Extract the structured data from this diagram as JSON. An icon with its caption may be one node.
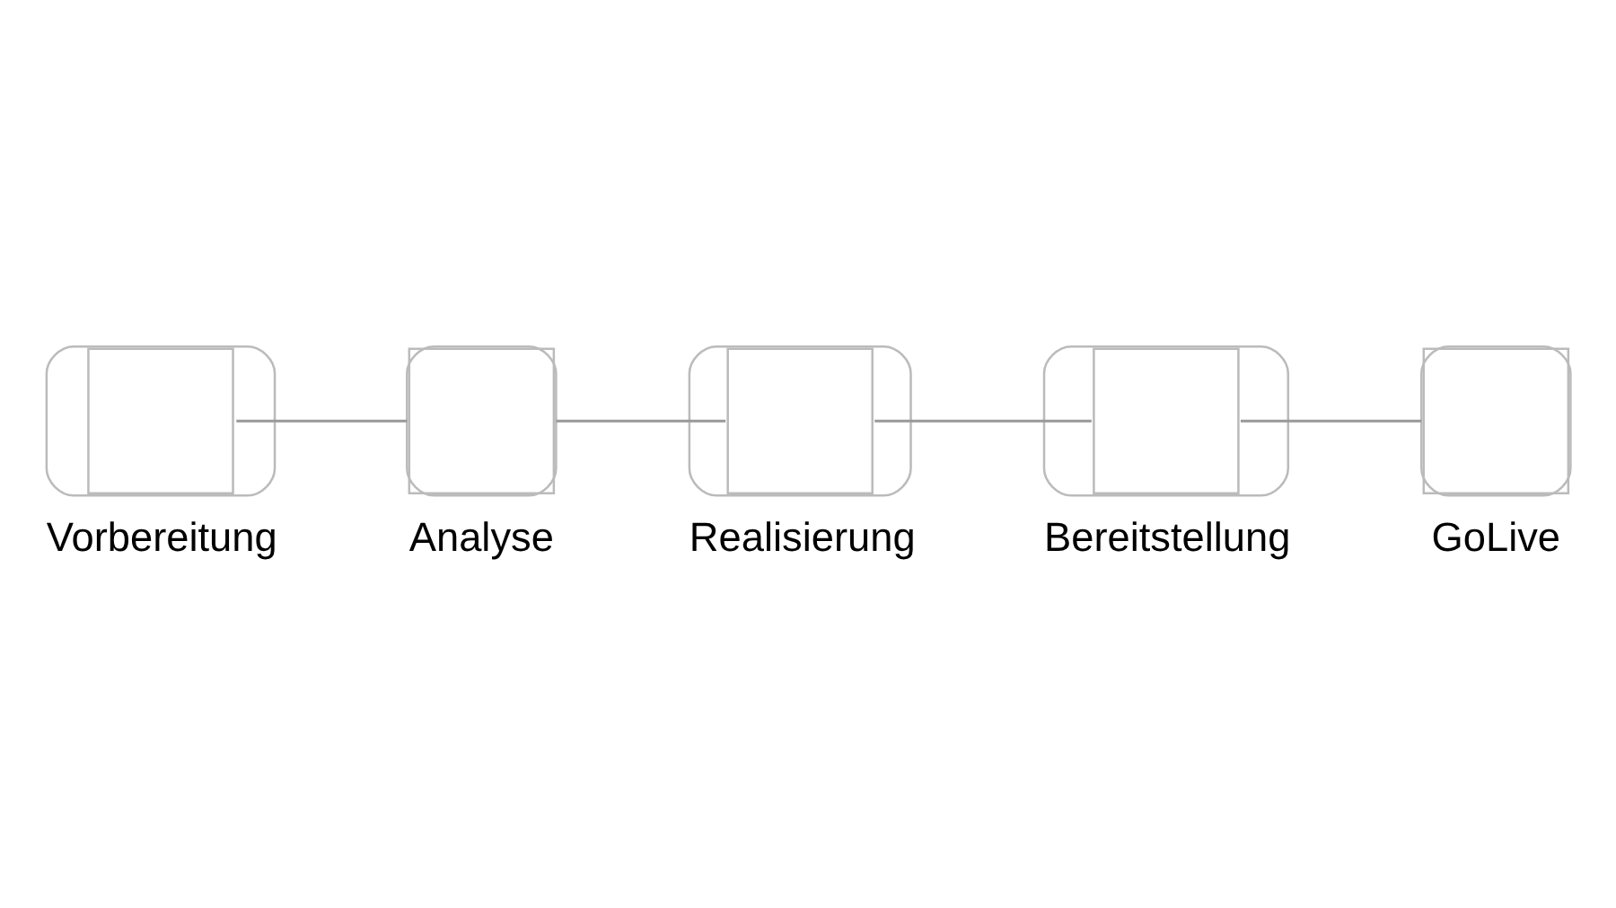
{
  "diagram": {
    "nodes": [
      {
        "text": [
          "Vorbereitung"
        ]
      },
      {
        "text": [
          "Analyse"
        ]
      },
      {
        "text": [
          "Realisierung"
        ]
      },
      {
        "text": [
          "Bereitstellung"
        ]
      },
      {
        "text": [
          "GoLive"
        ]
      }
    ],
    "edges": [
      {
        "from": 0,
        "to": 1,
        "arrow": "none"
      },
      {
        "from": 1,
        "to": 2,
        "arrow": "none"
      },
      {
        "from": 2,
        "to": 3,
        "arrow": "none"
      },
      {
        "from": 3,
        "to": 4,
        "arrow": "none"
      }
    ]
  }
}
